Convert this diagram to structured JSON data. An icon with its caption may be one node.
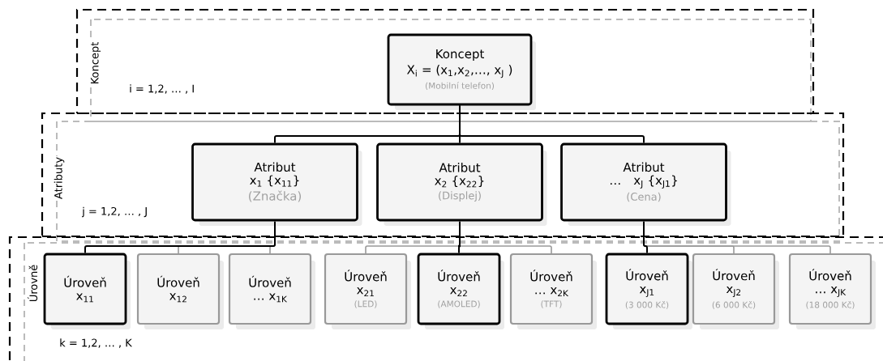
{
  "diagram": {
    "nodes": [
      {
        "text": [
          "Koncept",
          "i = 1,2, … , I"
        ]
      },
      {
        "text": [
          "Koncept",
          "X$_{i}$ = (x$_{1}$,x$_{2}$,…, x$_{J}$ )",
          "(Mobilní telefon)"
        ],
        "in": 0
      },
      {
        "text": [
          "Atributy",
          "j = 1,2, … , J"
        ]
      },
      {
        "text": [
          "Atribut",
          "x$_{1}$ {x$_{11}$}",
          "(Značka)"
        ],
        "in": 2
      },
      {
        "text": [
          "Atribut",
          "x$_{2}$ {x$_{22}$}",
          "(Displej)"
        ],
        "in": 2
      },
      {
        "text": [
          "Atribut",
          "…",
          "x$_{J}$ {x$_{J1}$}",
          "(Cena)"
        ],
        "in": 2
      },
      {
        "text": [
          "Úrovně",
          "k = 1,2, … , K"
        ]
      },
      {
        "text": [
          "Úroveň",
          "x$_{11}$"
        ],
        "in": 6
      },
      {
        "text": [
          "Úroveň",
          "x$_{12}$"
        ],
        "in": 6
      },
      {
        "text": [
          "Úroveň",
          "… x$_{1K}$"
        ],
        "in": 6
      },
      {
        "text": [
          "Úroveň",
          "x$_{21}$",
          "(LED)"
        ],
        "in": 6
      },
      {
        "text": [
          "Úroveň",
          "x$_{22}$",
          "(AMOLED)"
        ],
        "in": 6
      },
      {
        "text": [
          "Úroveň",
          "… x$_{2K}$",
          "(TFT)"
        ],
        "in": 6
      },
      {
        "text": [
          "Úroveň",
          "x$_{J1}$",
          "(3 000 Kč)"
        ],
        "in": 6
      },
      {
        "text": [
          "Úroveň",
          "x$_{J2}$",
          "(6 000 Kč)"
        ],
        "in": 6
      },
      {
        "text": [
          "Úroveň",
          "…  x$_{JK}$",
          "(18 000 Kč)"
        ],
        "in": 6
      }
    ],
    "edges": [
      {
        "from": 1,
        "to": 3,
        "arrow": "none"
      },
      {
        "from": 1,
        "to": 4,
        "arrow": "none"
      },
      {
        "from": 1,
        "to": 5,
        "arrow": "none"
      },
      {
        "from": 3,
        "to": 7,
        "arrow": "none"
      },
      {
        "from": 3,
        "to": 8,
        "arrow": "none",
        "color": "#999999"
      },
      {
        "from": 3,
        "to": 9,
        "arrow": "none",
        "color": "#999999"
      },
      {
        "from": 4,
        "to": 10,
        "arrow": "none",
        "color": "#999999"
      },
      {
        "from": 4,
        "to": 11,
        "arrow": "none"
      },
      {
        "from": 4,
        "to": 12,
        "arrow": "none",
        "color": "#999999"
      },
      {
        "from": 5,
        "to": 13,
        "arrow": "none"
      },
      {
        "from": 5,
        "to": 14,
        "arrow": "none",
        "color": "#999999"
      },
      {
        "from": 5,
        "to": 15,
        "arrow": "none",
        "color": "#999999"
      }
    ]
  }
}
